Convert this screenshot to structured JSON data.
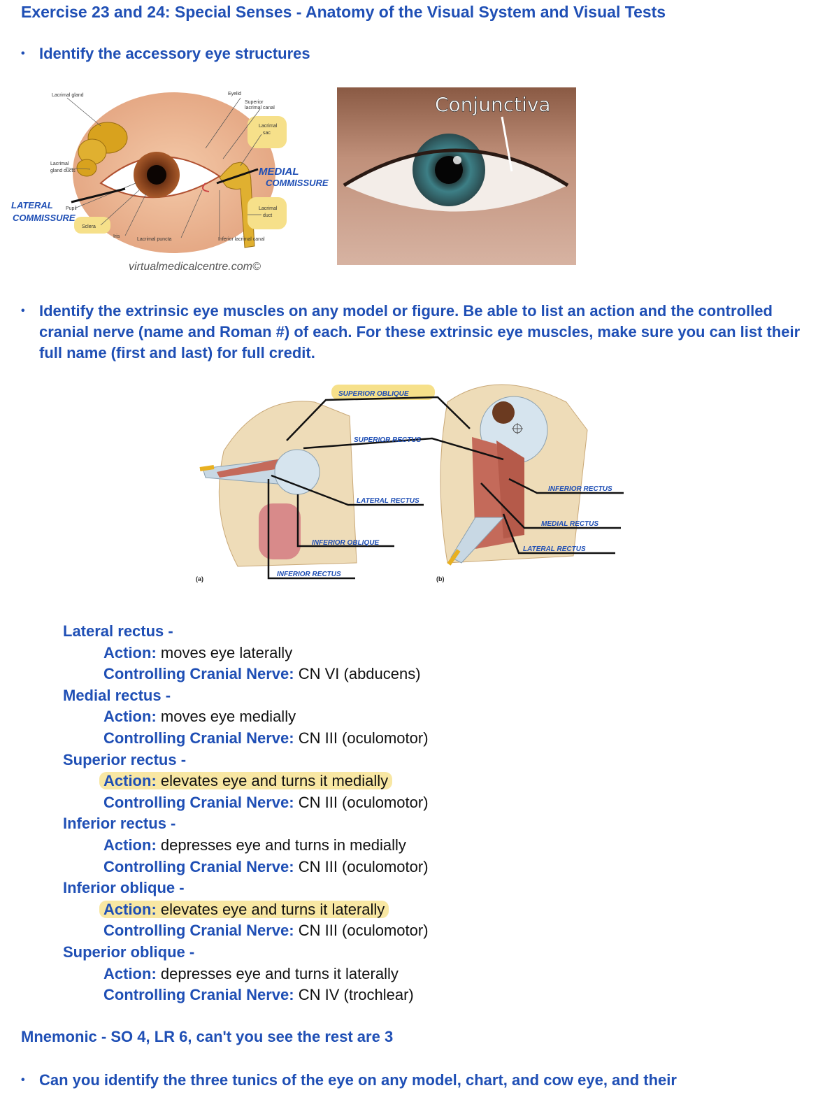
{
  "title": "Exercise 23 and 24: Special Senses - Anatomy of the Visual System and Visual Tests",
  "bullets": [
    "Identify the accessory eye structures",
    "Identify the extrinsic eye muscles on any model or figure. Be able to list an action and the controlled cranial nerve (name and Roman #) of each. For these extrinsic eye muscles, make sure you can list their full name (first and last) for full credit.",
    "Can you identify the three tunics of the eye on any model, chart, and cow eye, and their"
  ],
  "figure1": {
    "labels": {
      "lacrimal_gland": "Lacrimal gland",
      "eyelid": "Eyelid",
      "superior_canal_1": "Superior",
      "superior_canal_2": "lacrimal canal",
      "lacrimal_sac_1": "Lacrimal",
      "lacrimal_sac_2": "sac",
      "gland_ducts_1": "Lacrimal",
      "gland_ducts_2": "gland ducts",
      "pupil": "Pupil",
      "sclera": "Sclera",
      "iris": "Iris",
      "lacrimal_puncta": "Lacrimal puncta",
      "inferior_canal": "Inferior lacrimal canal",
      "lacrimal_duct_1": "Lacrimal",
      "lacrimal_duct_2": "duct",
      "credit": "virtualmedicalcentre.com©"
    },
    "handwritten": {
      "medial_1": "MEDIAL",
      "medial_2": "COMMISSURE",
      "lateral_1": "LATERAL",
      "lateral_2": "COMMISSURE"
    }
  },
  "figure2": {
    "label": "Conjunctiva"
  },
  "figure3": {
    "panel_a": "(a)",
    "panel_b": "(b)",
    "handwritten": {
      "superior_oblique": "SUPERIOR OBLIQUE",
      "superior_rectus": "SUPERIOR RECTUS",
      "lateral_rectus_a": "LATERAL RECTUS",
      "inferior_oblique": "INFERIOR OBLIQUE",
      "inferior_rectus": "INFERIOR RECTUS",
      "inferior_rectus_b": "INFERIOR RECTUS",
      "medial_rectus": "MEDIAL RECTUS",
      "lateral_rectus_b": "LATERAL RECTUS"
    }
  },
  "labels": {
    "action": "Action:",
    "nerve": "Controlling Cranial Nerve:"
  },
  "muscles": [
    {
      "name": "Lateral rectus -",
      "action": "moves eye laterally",
      "nerve": "CN VI (abducens)"
    },
    {
      "name": "Medial rectus -",
      "action": "moves eye medially",
      "nerve": "CN III (oculomotor)"
    },
    {
      "name": "Superior rectus -",
      "action": "elevates eye and turns it medially",
      "nerve": "CN III (oculomotor)"
    },
    {
      "name": "Inferior rectus -",
      "action": "depresses eye and turns in medially",
      "nerve": "CN III (oculomotor)"
    },
    {
      "name": "Inferior oblique -",
      "action": "elevates eye and turns it laterally",
      "nerve": "CN III (oculomotor)"
    },
    {
      "name": "Superior oblique -",
      "action": "depresses eye and turns it laterally",
      "nerve": "CN IV (trochlear)"
    }
  ],
  "mnemonic": "Mnemonic - SO 4, LR 6, can't you see the rest are 3",
  "colors": {
    "text_blue": "#1f4fb5",
    "highlight": "#f8e7a3"
  }
}
